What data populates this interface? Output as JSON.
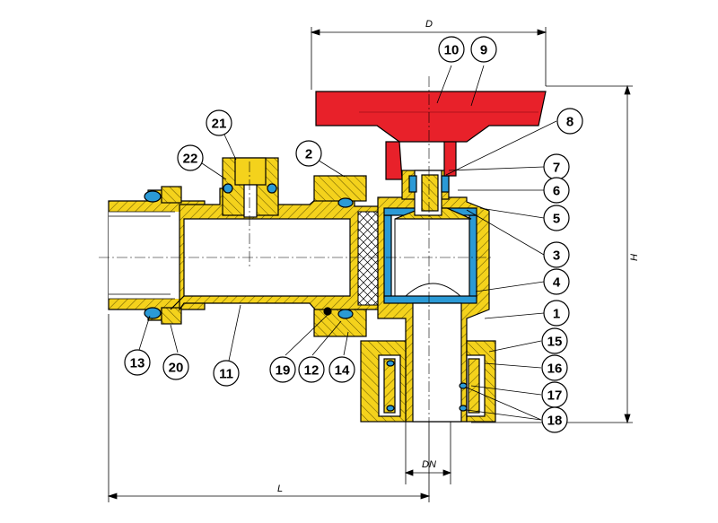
{
  "dimensions": {
    "D": "D",
    "H": "H",
    "L": "L",
    "DN": "DN"
  },
  "callouts": [
    "1",
    "2",
    "3",
    "4",
    "5",
    "6",
    "7",
    "8",
    "9",
    "10",
    "11",
    "12",
    "13",
    "14",
    "15",
    "16",
    "17",
    "18",
    "19",
    "20",
    "21",
    "22"
  ],
  "colors": {
    "brass": "#f4d21c",
    "handle": "#e8212a",
    "seal": "#2b9ad6",
    "outline": "#000000"
  }
}
